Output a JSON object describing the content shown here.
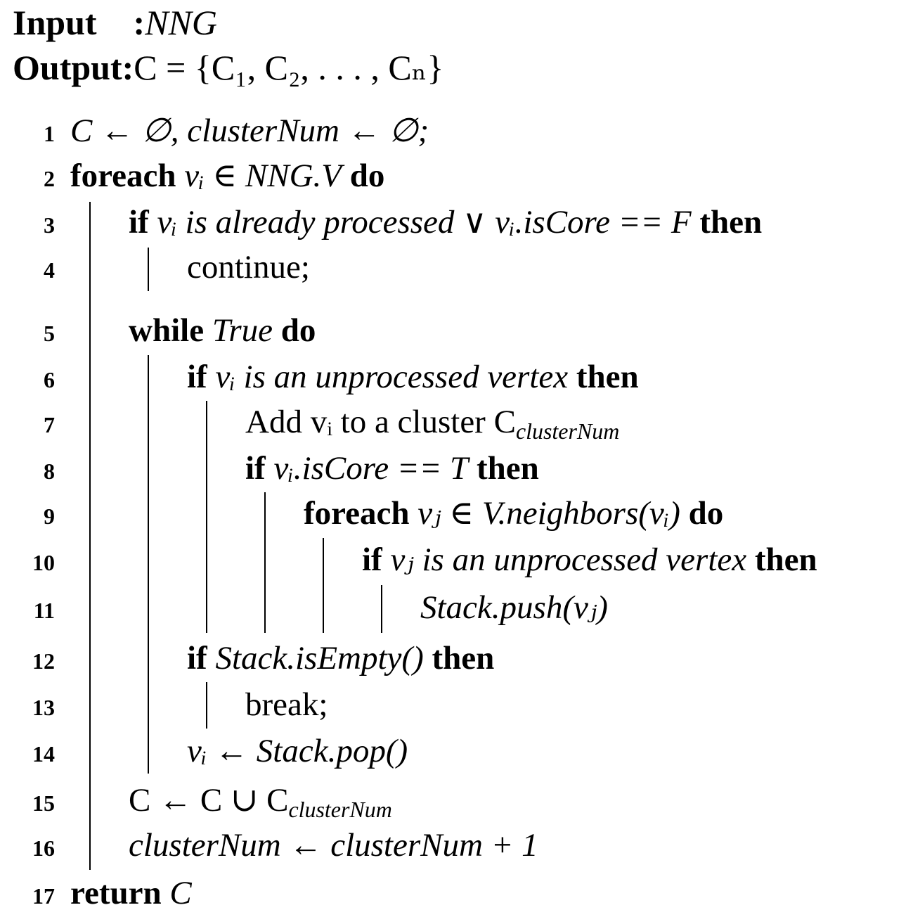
{
  "header": {
    "input_label": "Input",
    "input_value": "NNG",
    "output_label": "Output",
    "output_value": "C = {C₁, C₂, . . . , Cₙ}"
  },
  "algorithm": {
    "lines": [
      {
        "num": "1",
        "kw_pre": "",
        "text": "C ← ∅, clusterNum ← ∅;",
        "italic": true,
        "kw_post": ""
      },
      {
        "num": "2",
        "kw_pre": "foreach",
        "text": "vᵢ ∈ NNG.V",
        "italic": true,
        "kw_post": "do"
      },
      {
        "num": "3",
        "kw_pre": "if",
        "text": "vᵢ is already processed ∨ vᵢ.isCore == F",
        "italic": true,
        "kw_post": "then"
      },
      {
        "num": "4",
        "kw_pre": "",
        "text": "continue;",
        "italic": false,
        "kw_post": ""
      },
      {
        "num": "5",
        "kw_pre": "while",
        "text": "True",
        "italic": true,
        "kw_post": "do"
      },
      {
        "num": "6",
        "kw_pre": "if",
        "text": "vᵢ is an unprocessed vertex",
        "italic": true,
        "kw_post": "then"
      },
      {
        "num": "7",
        "kw_pre": "",
        "text": "Add vᵢ to a cluster C_clusterNum",
        "italic": false,
        "kw_post": ""
      },
      {
        "num": "8",
        "kw_pre": "if",
        "text": "vᵢ.isCore == T",
        "italic": true,
        "kw_post": "then"
      },
      {
        "num": "9",
        "kw_pre": "foreach",
        "text": "vⱼ ∈ V.neighbors(vᵢ)",
        "italic": true,
        "kw_post": "do"
      },
      {
        "num": "10",
        "kw_pre": "if",
        "text": "vⱼ is an unprocessed vertex",
        "italic": true,
        "kw_post": "then"
      },
      {
        "num": "11",
        "kw_pre": "",
        "text": "Stack.push(vⱼ)",
        "italic": true,
        "kw_post": ""
      },
      {
        "num": "12",
        "kw_pre": "if",
        "text": "Stack.isEmpty()",
        "italic": true,
        "kw_post": "then"
      },
      {
        "num": "13",
        "kw_pre": "",
        "text": "break;",
        "italic": false,
        "kw_post": ""
      },
      {
        "num": "14",
        "kw_pre": "",
        "text": "vᵢ ← Stack.pop()",
        "italic": true,
        "kw_post": ""
      },
      {
        "num": "15",
        "kw_pre": "",
        "text": "C ← C ∪ C_clusterNum",
        "italic": false,
        "kw_post": ""
      },
      {
        "num": "16",
        "kw_pre": "",
        "text": "clusterNum ← clusterNum + 1",
        "italic": true,
        "kw_post": ""
      },
      {
        "num": "17",
        "kw_pre": "return",
        "text": "C",
        "italic": true,
        "kw_post": ""
      }
    ]
  }
}
